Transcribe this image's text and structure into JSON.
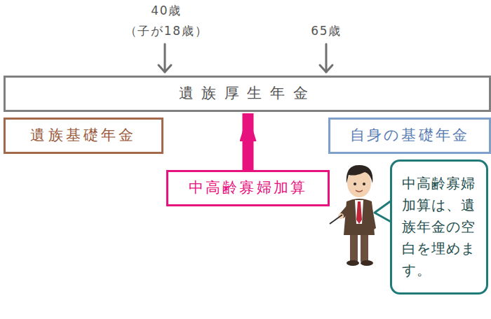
{
  "diagram": {
    "nodes": [
      {
        "text": [
          "遺族厚生年金"
        ]
      },
      {
        "text": [
          "遺族基礎年金"
        ]
      },
      {
        "text": [
          "自身の基礎年金"
        ]
      },
      {
        "text": [
          "中高齢寡婦加算"
        ]
      },
      {
        "text": [
          "中高齢寡婦加算は、遺族年金の空白を埋めます。"
        ]
      }
    ],
    "edges": [
      {
        "from": 3,
        "to": 0,
        "arrow": "to"
      }
    ],
    "labels": [
      "40歳",
      "（子が18歳）",
      "65歳"
    ]
  }
}
